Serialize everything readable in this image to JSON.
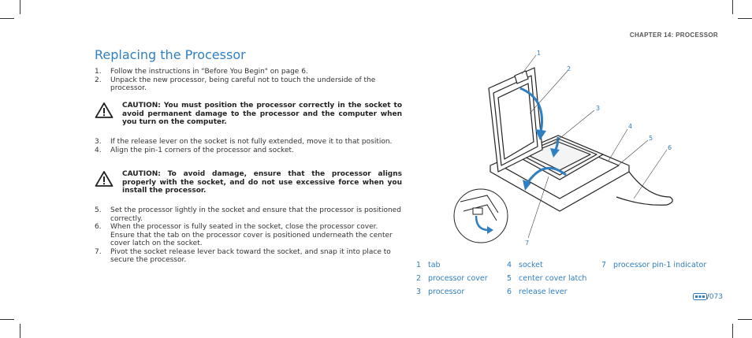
{
  "header": {
    "chapter": "CHAPTER 14: PROCESSOR"
  },
  "title": "Replacing the Processor",
  "steps_a": [
    {
      "num": "1.",
      "text": "Follow the instructions in \"Before You Begin\" on page 6."
    },
    {
      "num": "2.",
      "text": "Unpack the new processor, being careful not to touch the underside of the processor."
    }
  ],
  "caution_1": "CAUTION: You must position the processor correctly in the socket to avoid permanent damage to the processor and the computer when you turn on the computer.",
  "steps_b": [
    {
      "num": "3.",
      "text": "If the release lever on the socket is not fully extended, move it to that position."
    },
    {
      "num": "4.",
      "text": "Align the pin-1 corners of the processor and socket."
    }
  ],
  "caution_2": "CAUTION: To avoid damage, ensure that the processor aligns properly with the socket, and do not use excessive force when you install the processor.",
  "steps_c": [
    {
      "num": "5.",
      "text": "Set the processor lightly in the socket and ensure that the processor is positioned correctly."
    },
    {
      "num": "6.",
      "text": "When the processor is fully seated in the socket, close the processor cover. Ensure that the tab on the processor cover is positioned underneath the center cover latch on the socket."
    },
    {
      "num": "7.",
      "text": "Pivot the socket release lever back toward the socket, and snap it into place to secure the processor."
    }
  ],
  "legend": {
    "col1": [
      {
        "n": "1",
        "label": "tab"
      },
      {
        "n": "2",
        "label": "processor cover"
      },
      {
        "n": "3",
        "label": "processor"
      }
    ],
    "col2": [
      {
        "n": "4",
        "label": "socket"
      },
      {
        "n": "5",
        "label": "center cover latch"
      },
      {
        "n": "6",
        "label": "release lever"
      }
    ],
    "col3": [
      {
        "n": "7",
        "label": "processor pin-1 indicator"
      }
    ]
  },
  "callouts": [
    "1",
    "2",
    "3",
    "4",
    "5",
    "6",
    "7"
  ],
  "page_number": "073",
  "colors": {
    "accent": "#2f7fc1",
    "text": "#333333"
  }
}
